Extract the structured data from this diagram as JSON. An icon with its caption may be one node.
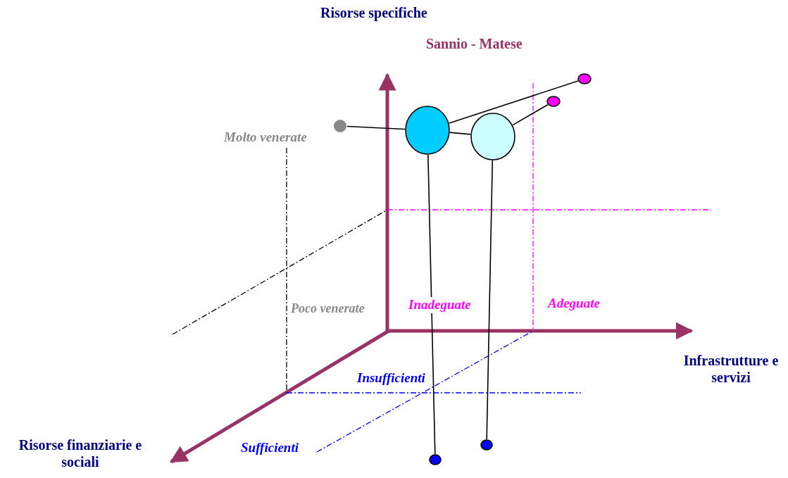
{
  "diagram": {
    "nodes": [
      {
        "text": [],
        "shape": "circle"
      },
      {
        "text": [],
        "shape": "circle"
      },
      {
        "text": [],
        "shape": "circle"
      },
      {
        "text": [],
        "shape": "circle"
      },
      {
        "text": [],
        "shape": "circle"
      },
      {
        "text": [],
        "shape": "circle"
      },
      {
        "text": [],
        "shape": "circle"
      }
    ],
    "edges": [
      {
        "from": 0,
        "to": 1,
        "arrow": "none"
      },
      {
        "from": 1,
        "to": 2,
        "arrow": "none"
      },
      {
        "from": 1,
        "to": 3,
        "arrow": "none"
      },
      {
        "from": 2,
        "to": 4,
        "arrow": "none"
      },
      {
        "from": 1,
        "to": 5,
        "arrow": "none"
      },
      {
        "from": 2,
        "to": 6,
        "arrow": "none"
      }
    ],
    "labels": [
      "Risorse specifiche",
      "Sannio - Matese",
      "Molto venerate",
      "Poco venerate",
      "Inadeguate",
      "Adeguate",
      "Infrastrutture e servizi",
      "Insufficienti",
      "Risorse finanziarie e sociali",
      "Sufficienti"
    ]
  }
}
